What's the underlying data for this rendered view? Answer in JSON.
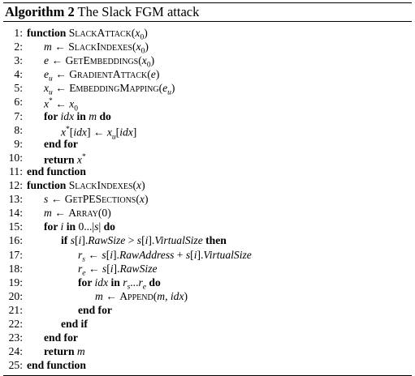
{
  "algorithm": {
    "label": "Algorithm 2",
    "title": "The Slack FGM attack",
    "lines": [
      {
        "num": "1:",
        "indent": 0,
        "parts": [
          {
            "t": "function ",
            "s": "b"
          },
          {
            "t": "SlackAttack",
            "s": "sc"
          },
          {
            "t": "(",
            "s": ""
          },
          {
            "t": "x",
            "s": "i"
          },
          {
            "t": "0",
            "s": "sub"
          },
          {
            "t": ")",
            "s": ""
          }
        ]
      },
      {
        "num": "2:",
        "indent": 1,
        "parts": [
          {
            "t": "m",
            "s": "i"
          },
          {
            "t": " ← ",
            "s": ""
          },
          {
            "t": "SlackIndexes",
            "s": "sc"
          },
          {
            "t": "(",
            "s": ""
          },
          {
            "t": "x",
            "s": "i"
          },
          {
            "t": "0",
            "s": "sub"
          },
          {
            "t": ")",
            "s": ""
          }
        ]
      },
      {
        "num": "3:",
        "indent": 1,
        "parts": [
          {
            "t": "e",
            "s": "i"
          },
          {
            "t": " ← ",
            "s": ""
          },
          {
            "t": "GetEmbeddings",
            "s": "sc"
          },
          {
            "t": "(",
            "s": ""
          },
          {
            "t": "x",
            "s": "i"
          },
          {
            "t": "0",
            "s": "sub"
          },
          {
            "t": ")",
            "s": ""
          }
        ]
      },
      {
        "num": "4:",
        "indent": 1,
        "parts": [
          {
            "t": "e",
            "s": "i"
          },
          {
            "t": "u",
            "s": "isub"
          },
          {
            "t": " ← ",
            "s": ""
          },
          {
            "t": "GradientAttack",
            "s": "sc"
          },
          {
            "t": "(",
            "s": ""
          },
          {
            "t": "e",
            "s": "i"
          },
          {
            "t": ")",
            "s": ""
          }
        ]
      },
      {
        "num": "5:",
        "indent": 1,
        "parts": [
          {
            "t": "x",
            "s": "i"
          },
          {
            "t": "u",
            "s": "isub"
          },
          {
            "t": " ← ",
            "s": ""
          },
          {
            "t": "EmbeddingMapping",
            "s": "sc"
          },
          {
            "t": "(",
            "s": ""
          },
          {
            "t": "e",
            "s": "i"
          },
          {
            "t": "u",
            "s": "isub"
          },
          {
            "t": ")",
            "s": ""
          }
        ]
      },
      {
        "num": "6:",
        "indent": 1,
        "parts": [
          {
            "t": "x",
            "s": "i"
          },
          {
            "t": "*",
            "s": "sup"
          },
          {
            "t": " ← ",
            "s": ""
          },
          {
            "t": "x",
            "s": "i"
          },
          {
            "t": "0",
            "s": "sub"
          }
        ]
      },
      {
        "num": "7:",
        "indent": 1,
        "parts": [
          {
            "t": "for ",
            "s": "b"
          },
          {
            "t": "idx",
            "s": "i"
          },
          {
            "t": " in ",
            "s": "b"
          },
          {
            "t": "m",
            "s": "i"
          },
          {
            "t": " do",
            "s": "b"
          }
        ]
      },
      {
        "num": "8:",
        "indent": 2,
        "parts": [
          {
            "t": "x",
            "s": "i"
          },
          {
            "t": "*",
            "s": "sup"
          },
          {
            "t": "[",
            "s": ""
          },
          {
            "t": "idx",
            "s": "i"
          },
          {
            "t": "] ← ",
            "s": ""
          },
          {
            "t": "x",
            "s": "i"
          },
          {
            "t": "u",
            "s": "isub"
          },
          {
            "t": "[",
            "s": ""
          },
          {
            "t": "idx",
            "s": "i"
          },
          {
            "t": "]",
            "s": ""
          }
        ]
      },
      {
        "num": "9:",
        "indent": 1,
        "parts": [
          {
            "t": "end for",
            "s": "b"
          }
        ]
      },
      {
        "num": "10:",
        "indent": 1,
        "parts": [
          {
            "t": "return ",
            "s": "b"
          },
          {
            "t": "x",
            "s": "i"
          },
          {
            "t": "*",
            "s": "sup"
          }
        ]
      },
      {
        "num": "11:",
        "indent": 0,
        "parts": [
          {
            "t": "end function",
            "s": "b"
          }
        ]
      },
      {
        "num": "12:",
        "indent": 0,
        "parts": [
          {
            "t": "function ",
            "s": "b"
          },
          {
            "t": "SlackIndexes",
            "s": "sc"
          },
          {
            "t": "(",
            "s": ""
          },
          {
            "t": "x",
            "s": "i"
          },
          {
            "t": ")",
            "s": ""
          }
        ]
      },
      {
        "num": "13:",
        "indent": 1,
        "parts": [
          {
            "t": "s",
            "s": "i"
          },
          {
            "t": " ← ",
            "s": ""
          },
          {
            "t": "GetPESections",
            "s": "sc"
          },
          {
            "t": "(",
            "s": ""
          },
          {
            "t": "x",
            "s": "i"
          },
          {
            "t": ")",
            "s": ""
          }
        ]
      },
      {
        "num": "14:",
        "indent": 1,
        "parts": [
          {
            "t": "m",
            "s": "i"
          },
          {
            "t": " ← ",
            "s": ""
          },
          {
            "t": "Array",
            "s": "sc"
          },
          {
            "t": "(0)",
            "s": ""
          }
        ]
      },
      {
        "num": "15:",
        "indent": 1,
        "parts": [
          {
            "t": "for ",
            "s": "b"
          },
          {
            "t": "i",
            "s": "i"
          },
          {
            "t": " in ",
            "s": "b"
          },
          {
            "t": "0...|",
            "s": ""
          },
          {
            "t": "s",
            "s": "i"
          },
          {
            "t": "| ",
            "s": ""
          },
          {
            "t": "do",
            "s": "b"
          }
        ]
      },
      {
        "num": "16:",
        "indent": 2,
        "parts": [
          {
            "t": "if ",
            "s": "b"
          },
          {
            "t": "s",
            "s": "i"
          },
          {
            "t": "[",
            "s": ""
          },
          {
            "t": "i",
            "s": "i"
          },
          {
            "t": "].",
            "s": ""
          },
          {
            "t": "RawSize",
            "s": "i"
          },
          {
            "t": " > ",
            "s": ""
          },
          {
            "t": "s",
            "s": "i"
          },
          {
            "t": "[",
            "s": ""
          },
          {
            "t": "i",
            "s": "i"
          },
          {
            "t": "].",
            "s": ""
          },
          {
            "t": "VirtualSize",
            "s": "i"
          },
          {
            "t": " then",
            "s": "b"
          }
        ]
      },
      {
        "num": "17:",
        "indent": 3,
        "parts": [
          {
            "t": "r",
            "s": "i"
          },
          {
            "t": "s",
            "s": "isub"
          },
          {
            "t": " ← ",
            "s": ""
          },
          {
            "t": "s",
            "s": "i"
          },
          {
            "t": "[",
            "s": ""
          },
          {
            "t": "i",
            "s": "i"
          },
          {
            "t": "].",
            "s": ""
          },
          {
            "t": "RawAddress",
            "s": "i"
          },
          {
            "t": " + ",
            "s": ""
          },
          {
            "t": "s",
            "s": "i"
          },
          {
            "t": "[",
            "s": ""
          },
          {
            "t": "i",
            "s": "i"
          },
          {
            "t": "].",
            "s": ""
          },
          {
            "t": "VirtualSize",
            "s": "i"
          }
        ]
      },
      {
        "num": "18:",
        "indent": 3,
        "parts": [
          {
            "t": "r",
            "s": "i"
          },
          {
            "t": "e",
            "s": "isub"
          },
          {
            "t": " ← ",
            "s": ""
          },
          {
            "t": "s",
            "s": "i"
          },
          {
            "t": "[",
            "s": ""
          },
          {
            "t": "i",
            "s": "i"
          },
          {
            "t": "].",
            "s": ""
          },
          {
            "t": "RawSize",
            "s": "i"
          }
        ]
      },
      {
        "num": "19:",
        "indent": 3,
        "parts": [
          {
            "t": "for ",
            "s": "b"
          },
          {
            "t": "idx",
            "s": "i"
          },
          {
            "t": " in ",
            "s": "b"
          },
          {
            "t": "r",
            "s": "i"
          },
          {
            "t": "s",
            "s": "isub"
          },
          {
            "t": "...",
            "s": ""
          },
          {
            "t": "r",
            "s": "i"
          },
          {
            "t": "e",
            "s": "isub"
          },
          {
            "t": " do",
            "s": "b"
          }
        ]
      },
      {
        "num": "20:",
        "indent": 4,
        "parts": [
          {
            "t": "m",
            "s": "i"
          },
          {
            "t": " ← ",
            "s": ""
          },
          {
            "t": "Append",
            "s": "sc"
          },
          {
            "t": "(",
            "s": ""
          },
          {
            "t": "m",
            "s": "i"
          },
          {
            "t": ", ",
            "s": ""
          },
          {
            "t": "idx",
            "s": "i"
          },
          {
            "t": ")",
            "s": ""
          }
        ]
      },
      {
        "num": "21:",
        "indent": 3,
        "parts": [
          {
            "t": "end for",
            "s": "b"
          }
        ]
      },
      {
        "num": "22:",
        "indent": 2,
        "parts": [
          {
            "t": "end if",
            "s": "b"
          }
        ]
      },
      {
        "num": "23:",
        "indent": 1,
        "parts": [
          {
            "t": "end for",
            "s": "b"
          }
        ]
      },
      {
        "num": "24:",
        "indent": 1,
        "parts": [
          {
            "t": "return ",
            "s": "b"
          },
          {
            "t": "m",
            "s": "i"
          }
        ]
      },
      {
        "num": "25:",
        "indent": 0,
        "parts": [
          {
            "t": "end function",
            "s": "b"
          }
        ]
      }
    ]
  }
}
